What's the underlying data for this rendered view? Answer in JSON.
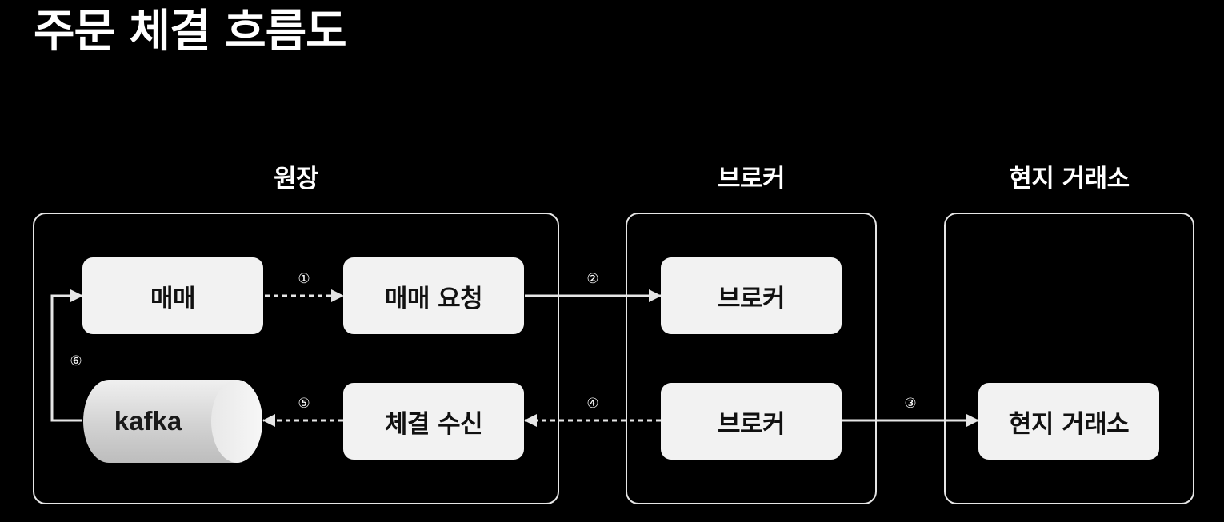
{
  "title": "주문 체결 흐름도",
  "groups": {
    "wonjang": "원장",
    "broker": "브로커",
    "exchange": "현지 거래소"
  },
  "nodes": {
    "trade": "매매",
    "trade_request": "매매 요청",
    "execution_receive": "체결 수신",
    "kafka": "kafka",
    "broker_top": "브로커",
    "broker_bottom": "브로커",
    "local_exchange": "현지 거래소"
  },
  "steps": [
    "①",
    "②",
    "③",
    "④",
    "⑤",
    "⑥"
  ],
  "colors": {
    "background": "#000000",
    "node_fill": "#f2f2f2",
    "node_text": "#111111",
    "line": "#e6e6e6"
  }
}
